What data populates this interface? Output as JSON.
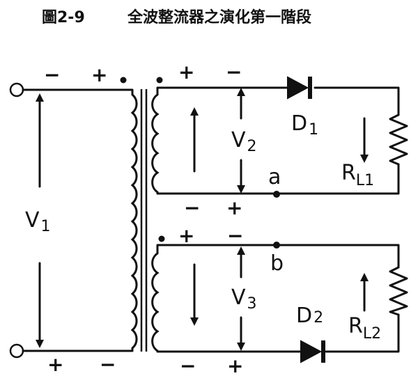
{
  "title": {
    "fig_no": "圖2-9",
    "text": "全波整流器之演化第一階段"
  },
  "labels": {
    "v1_main": "V",
    "v1_sub": "1",
    "v2_main": "V",
    "v2_sub": "2",
    "v3_main": "V",
    "v3_sub": "3",
    "d1_main": "D",
    "d1_sub": "1",
    "d2_main": "D",
    "d2_sub": "2",
    "rl1_main": "R",
    "rl1_sub": "L1",
    "rl2_main": "R",
    "rl2_sub": "L2",
    "node_a": "a",
    "node_b": "b"
  },
  "polarity": {
    "primary_top_minus": "−",
    "primary_top_plus": "+",
    "primary_bottom_plus": "+",
    "primary_bottom_minus": "−",
    "sec1_top_plus": "+",
    "sec1_top_minus": "−",
    "sec1_bottom_minus": "−",
    "sec1_bottom_plus": "+",
    "sec2_top_plus": "+",
    "sec2_top_minus": "−",
    "sec2_bottom_minus": "−",
    "sec2_bottom_plus": "+"
  }
}
